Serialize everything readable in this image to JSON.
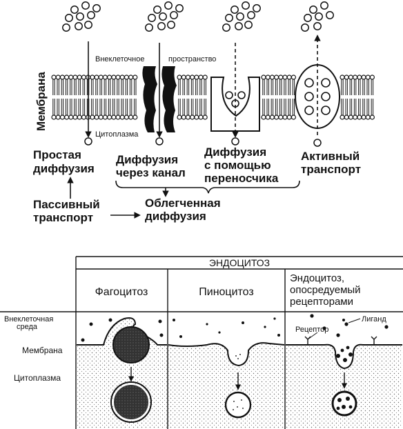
{
  "top": {
    "membrane_label": "Мембрана",
    "extracellular_label_left": "Внеклеточное",
    "extracellular_label_right": "пространство",
    "cytoplasm_label": "Цитоплазма",
    "simple_diffusion": [
      "Простая",
      "диффузия"
    ],
    "channel_diffusion": [
      "Диффузия",
      "через канал"
    ],
    "carrier_diffusion": [
      "Диффузия",
      "с помощью",
      "переносчика"
    ],
    "active_transport": [
      "Активный",
      "транспорт"
    ],
    "passive_transport": [
      "Пассивный",
      "транспорт"
    ],
    "facilitated_diffusion": [
      "Облегченная",
      "диффузия"
    ]
  },
  "bottom": {
    "header": "ЭНДОЦИТОЗ",
    "col_phagocytosis": "Фагоцитоз",
    "col_pinocytosis": "Пиноцитоз",
    "col_receptor": [
      "Эндоцитоз,",
      "опосредуемый",
      "рецепторами"
    ],
    "row_extracellular": [
      "Внеклеточная",
      "среда"
    ],
    "row_membrane": "Мембрана",
    "row_cytoplasm": "Цитоплазма",
    "ligand_label": "Лиганд",
    "receptor_label": "Рецептор"
  }
}
